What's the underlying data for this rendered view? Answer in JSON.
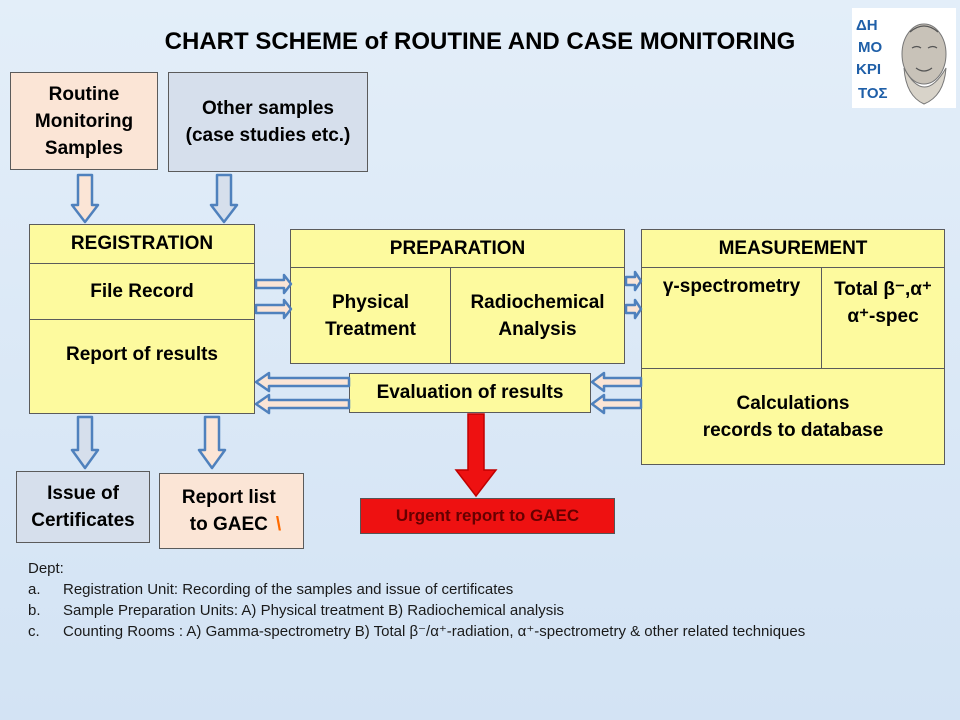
{
  "title": "CHART SCHEME of ROUTINE AND CASE MONITORING",
  "logo": {
    "text": "ΔΗΜΟΚΡΙΤΟΣ"
  },
  "boxes": {
    "routine": "Routine\nMonitoring\nSamples",
    "other": "Other samples\n(case studies etc.)",
    "registration": "REGISTRATION",
    "file_record": "File Record",
    "report_results": "Report of results",
    "preparation": "PREPARATION",
    "physical": "Physical\nTreatment",
    "radiochemical": "Radiochemical\nAnalysis",
    "measurement": "MEASUREMENT",
    "gamma": "γ-spectrometry",
    "total_beta": "Total β⁻,α⁺\nα⁺-spec",
    "calculations": "Calculations\nrecords to database",
    "evaluation": "Evaluation of results",
    "issue_cert": "Issue of\nCertificates",
    "report_list": "Report list\nto GAEC",
    "report_list_mark": "\\",
    "urgent": "Urgent report to GAEC"
  },
  "notes": {
    "heading": "Dept:",
    "items": [
      {
        "marker": "a.",
        "text": "Registration Unit: Recording of the samples and issue of certificates"
      },
      {
        "marker": "b.",
        "text": "Sample Preparation Units: A) Physical treatment B) Radiochemical analysis"
      },
      {
        "marker": "c.",
        "text": "Counting Rooms : A) Gamma-spectrometry B) Total β⁻/α⁺-radiation, α⁺-spectrometry & other related techniques"
      }
    ]
  },
  "colors": {
    "box_yellow": "#fdfa9e",
    "box_pink": "#fbe5d6",
    "box_blue": "#d6dfec",
    "urgent_red": "#ee1111",
    "arrow_blue": "#4f81bd"
  }
}
